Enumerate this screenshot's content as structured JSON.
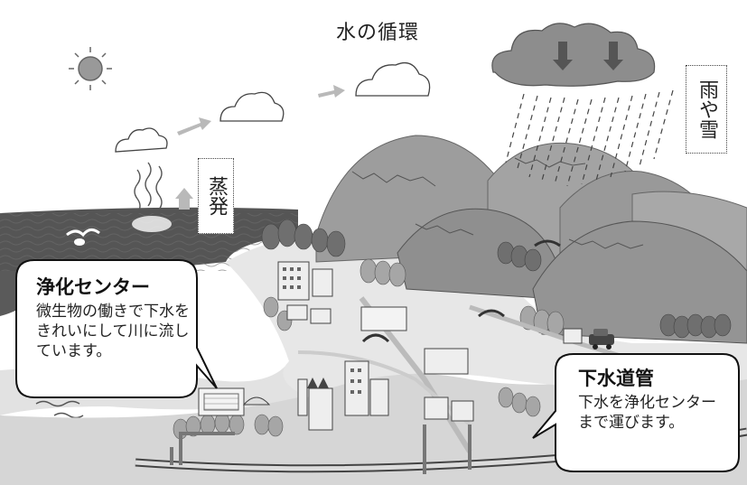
{
  "title": "水の循環",
  "labels": {
    "evaporation": "蒸発",
    "rain_snow": "雨や雪"
  },
  "callouts": {
    "purification_center": {
      "heading": "浄化センター",
      "body": "微生物の働きで下水をきれいにして川に流しています。"
    },
    "sewer_pipe": {
      "heading": "下水道管",
      "body": "下水を浄化センターまで運びます。"
    }
  },
  "colors": {
    "ink": "#222222",
    "mountain": "#9a9a9a",
    "sea": "#4a4a4a",
    "arrow": "#b9b9b9"
  },
  "icons": [
    "sun-icon",
    "cloud-icon",
    "rain-arrow-icon",
    "seagull-icon",
    "car-icon"
  ]
}
